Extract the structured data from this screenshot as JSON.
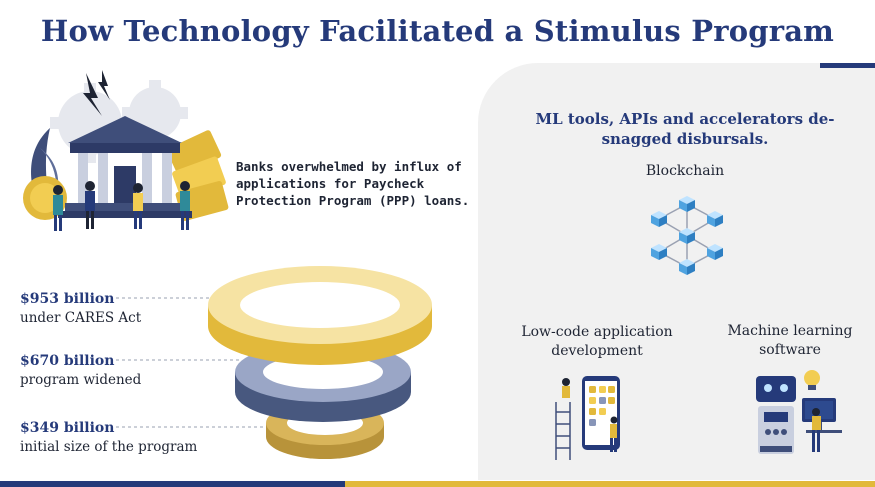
{
  "header": {
    "title": "How Technology Facilitated a Stimulus Program"
  },
  "left": {
    "bank_text": "Banks overwhelmed by influx of applications for Paycheck Protection Program (PPP) loans.",
    "callouts": [
      {
        "amount": "$953 billion",
        "desc": "under CARES Act"
      },
      {
        "amount": "$670 billion",
        "desc": "program widened"
      },
      {
        "amount": "$349 billion",
        "desc": "initial size of the program"
      }
    ]
  },
  "right": {
    "heading": "ML tools, APIs and accelerators de-snagged disbursals.",
    "blockchain_label": "Blockchain",
    "lowcode_label": "Low-code application development",
    "ml_label": "Machine learning software"
  },
  "colors": {
    "navy": "#253a7a",
    "gold": "#e2b93b",
    "light_gold": "#f6e3a3",
    "slate": "#8795b8",
    "panel": "#f1f1f1"
  },
  "icons": [
    "bank-icon",
    "gear-icon",
    "money-icon",
    "coin-icon",
    "person-icon",
    "plant-icon",
    "lightning-icon",
    "ring-icon",
    "cube-icon",
    "phone-icon",
    "ladder-icon",
    "robot-icon",
    "bulb-icon",
    "monitor-icon"
  ]
}
